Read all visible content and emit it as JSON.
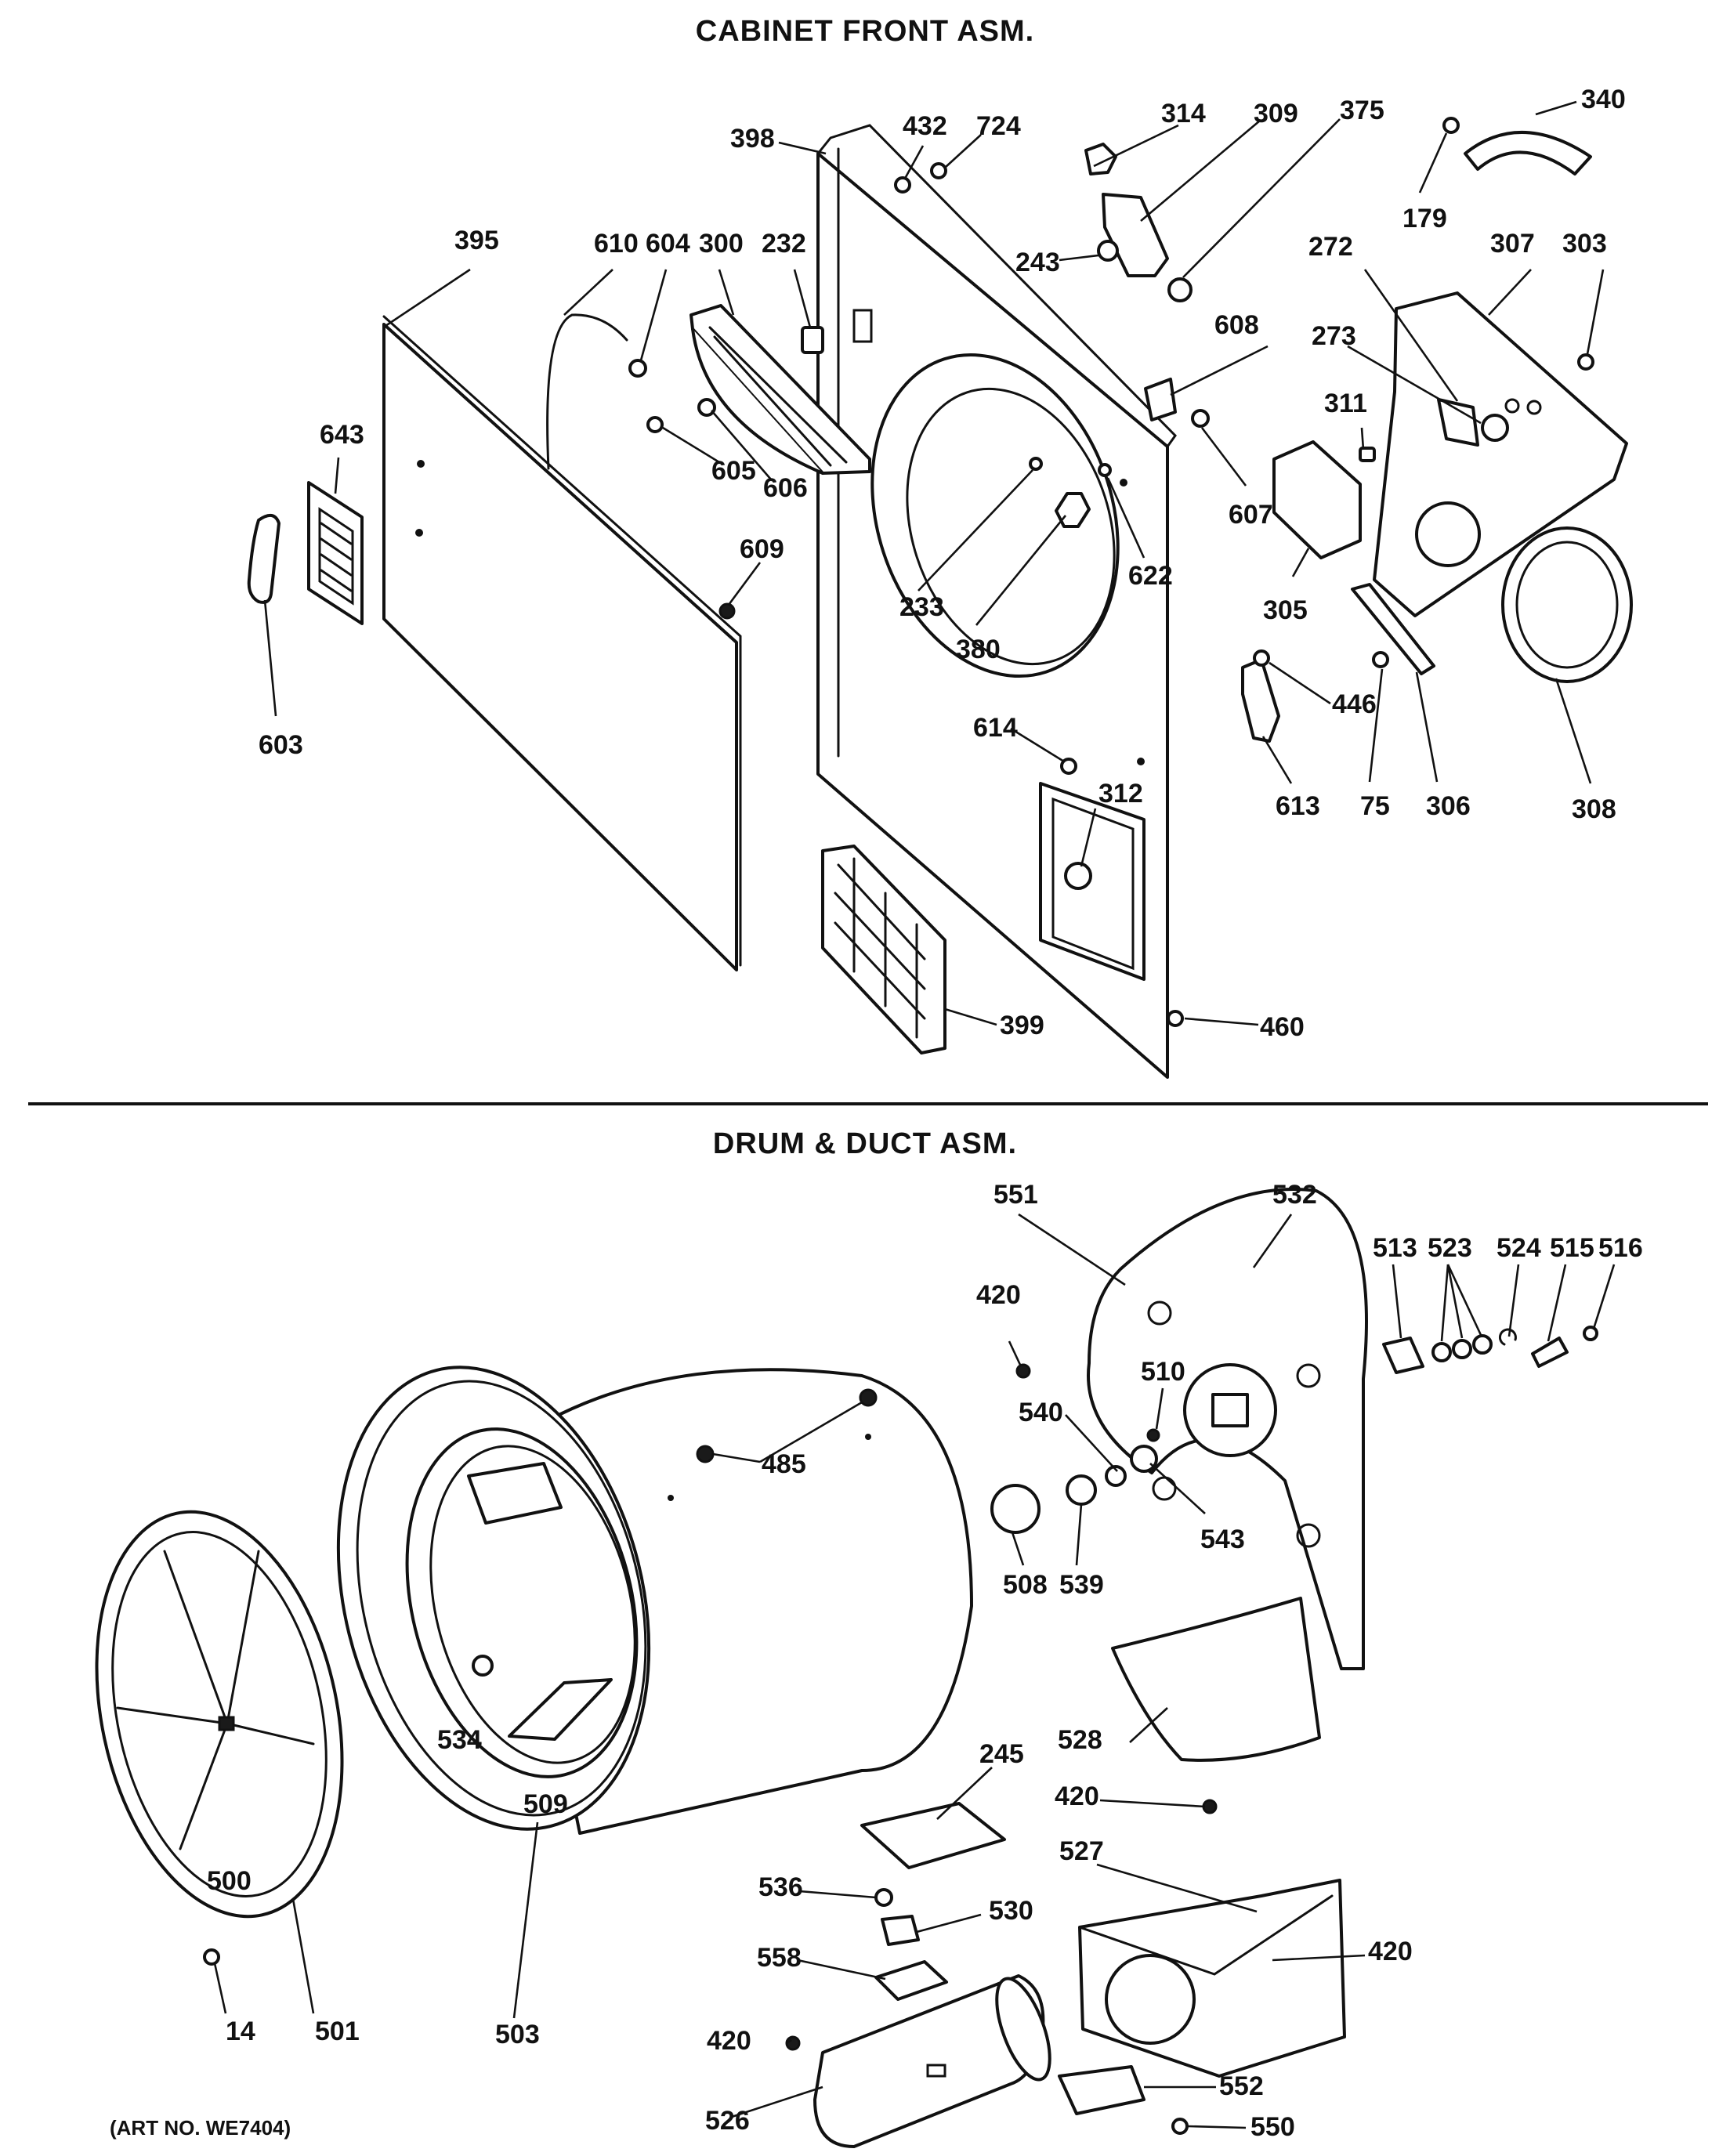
{
  "headings": {
    "cabinet_front": "CABINET FRONT ASM.",
    "drum_duct": "DRUM & DUCT ASM.",
    "art_no": "(ART NO. WE7404)"
  },
  "callouts": {
    "c340": "340",
    "c314": "314",
    "c309": "309",
    "c375": "375",
    "c432": "432",
    "c724": "724",
    "c398": "398",
    "c179": "179",
    "c243": "243",
    "c395": "395",
    "c610": "610",
    "c604": "604",
    "c300": "300",
    "c232": "232",
    "c272": "272",
    "c307": "307",
    "c303": "303",
    "c608": "608",
    "c273": "273",
    "c643": "643",
    "c311": "311",
    "c605": "605",
    "c606": "606",
    "c607": "607",
    "c622": "622",
    "c609": "609",
    "c233": "233",
    "c305": "305",
    "c380": "380",
    "c446": "446",
    "c603": "603",
    "c614": "614",
    "c312": "312",
    "c613": "613",
    "c75": "75",
    "c306": "306",
    "c308": "308",
    "c399": "399",
    "c460": "460",
    "c551": "551",
    "c532": "532",
    "c513": "513",
    "c523": "523",
    "c524": "524",
    "c515": "515",
    "c516": "516",
    "c420a": "420",
    "c510": "510",
    "c540": "540",
    "c485": "485",
    "c543": "543",
    "c508": "508",
    "c539": "539",
    "c528": "528",
    "c245": "245",
    "c534": "534",
    "c509": "509",
    "c420b": "420",
    "c500": "500",
    "c527": "527",
    "c536": "536",
    "c530": "530",
    "c558": "558",
    "c420c": "420",
    "c420d": "420",
    "c14": "14",
    "c501": "501",
    "c503": "503",
    "c526": "526",
    "c552": "552",
    "c550": "550"
  }
}
